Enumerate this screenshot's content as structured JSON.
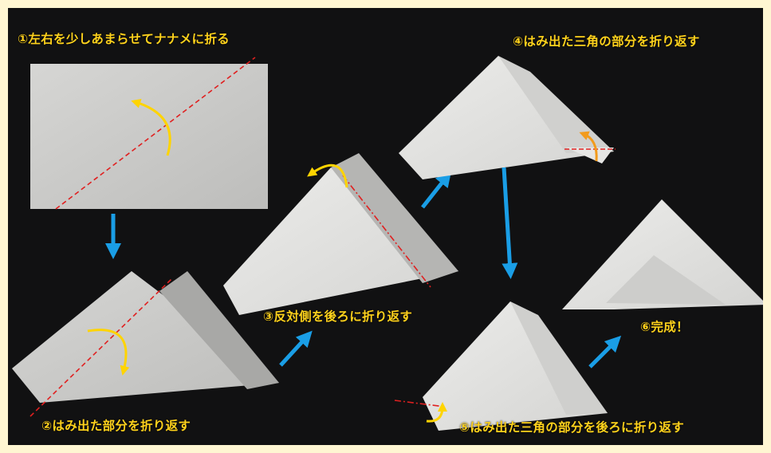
{
  "steps": [
    {
      "label": "①左右を少しあまらせてナナメに折る"
    },
    {
      "label": "②はみ出た部分を折り返す"
    },
    {
      "label": "③反対側を後ろに折り返す"
    },
    {
      "label": "④はみ出た三角の部分を折り返す"
    },
    {
      "label": "⑤はみ出た三角の部分を後ろに折り返す"
    },
    {
      "label": "⑥完成！"
    }
  ],
  "colors": {
    "frame": "#fff6d2",
    "background": "#111112",
    "label_text": "#ffd21c",
    "flow_arrow": "#1a9ee6",
    "fold_arrow": "#ffd400",
    "fold_arrow_alt": "#f29b1d",
    "fold_line": "#e02020",
    "paper": "#d9d9d6"
  },
  "icons": [
    "fold-arrow-icon",
    "flow-arrow-icon",
    "fold-line"
  ]
}
